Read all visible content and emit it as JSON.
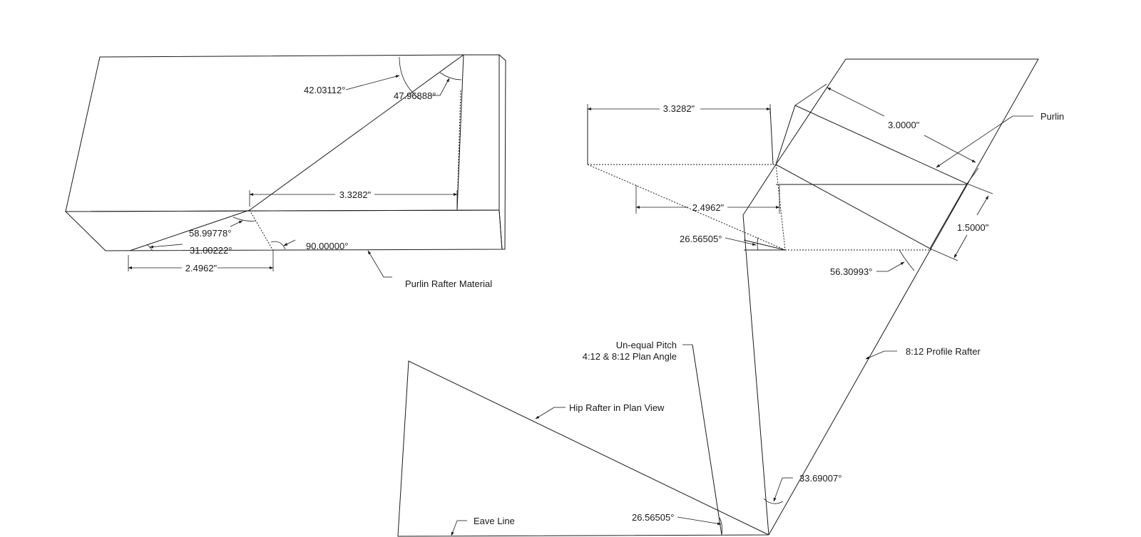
{
  "colors": {
    "face_top": "#ffffff",
    "face_side": "#bcbcbc",
    "face_end": "#4d4d4d",
    "purlin_fill": "#c1c7e6",
    "line": "#1a1a1a"
  },
  "rafter_block": {
    "angle_top_left": "42.03112°",
    "angle_top_right": "47.96888°",
    "dim_top": "3.3282\"",
    "angle_side_upper": "58.99778°",
    "angle_side_lower": "31.00222°",
    "angle_square": "90.00000°",
    "dim_bottom": "2.4962\"",
    "material_label": "Purlin Rafter Material"
  },
  "layout_drawing": {
    "dim_upper": "3.3282\"",
    "dim_lower": "2.4962\"",
    "angle_plan_small": "26.56505°",
    "dim_width": "3.0000\"",
    "purlin_label": "Purlin",
    "dim_depth": "1.5000\"",
    "angle_purlin": "56.30993°",
    "pitch_label_line1": "Un-equal Pitch",
    "pitch_label_line2": "4:12 & 8:12 Plan Angle",
    "profile_label": "8:12 Profile Rafter",
    "hip_label": "Hip Rafter in Plan View",
    "angle_profile": "33.69007°",
    "angle_plan": "26.56505°",
    "eave_label": "Eave Line"
  }
}
